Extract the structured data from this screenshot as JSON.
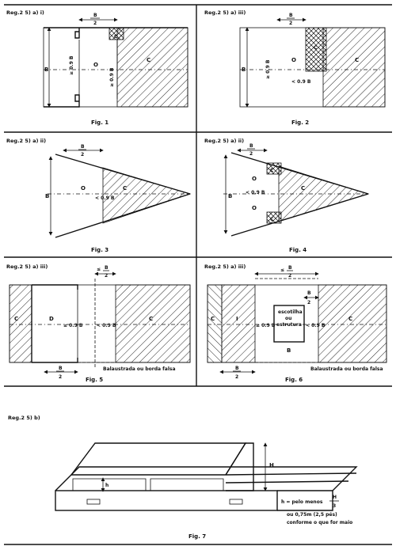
{
  "regs": {
    "f1": "Reg.2 5) a) i)",
    "f2": "Reg.2 5) a) iii)",
    "f3": "Reg.2 5) a) ii)",
    "f4": "Reg.2 5) a) ii)",
    "f5": "Reg.2 5) a) iii)",
    "f6": "Reg.2 5) a) iii)",
    "f7": "Reg.2 5) b)"
  },
  "captions": {
    "f1": "Fig. 1",
    "f2": "Fig. 2",
    "f3": "Fig. 3",
    "f4": "Fig. 4",
    "f5": "Fig. 5",
    "f6": "Fig. 6",
    "f7": "Fig. 7"
  },
  "labels": {
    "B": "B",
    "B_over_2_num": "B",
    "B_over_2_den": "2",
    "C": "C",
    "O": "O",
    "D": "D",
    "I": "I",
    "H": "H",
    "h": "h",
    "ge_09B": "≥ 0.9 B",
    "lt_09B": "< 0.9 B",
    "le_B2": "≤",
    "hatch_open": "escotilha ou estrutura",
    "balustrade": "Balaustrada ou borda falsa"
  },
  "fig6": {
    "hatch_l1": "escotilha",
    "hatch_l2": "ou",
    "hatch_l3": "estrutura"
  },
  "fig7_note": {
    "l1": "h = pelo menos",
    "frac_num": "H",
    "frac_den": "3",
    "l2": "ou 0,75m (2,5 pés)",
    "l3": "conforme o que for maio"
  }
}
